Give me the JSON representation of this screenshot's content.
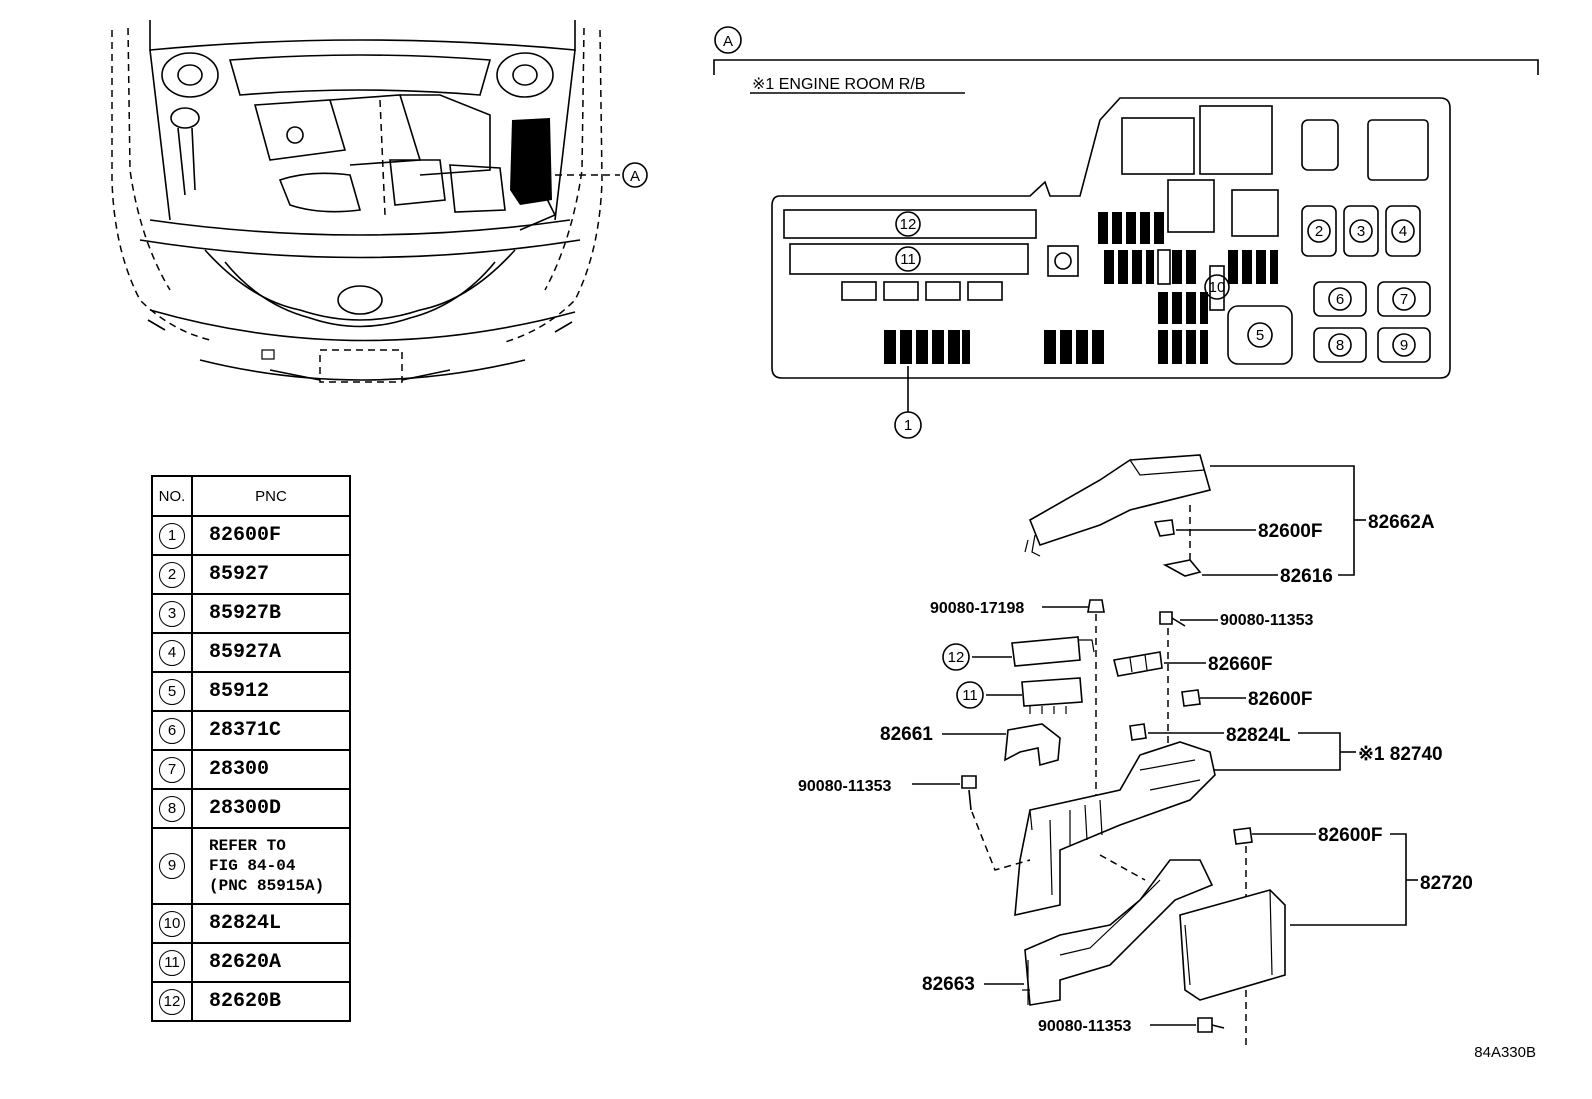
{
  "callout_a": "A",
  "section_title": "※1 ENGINE ROOM R/B",
  "fuse_box_labels": [
    "1",
    "2",
    "3",
    "4",
    "5",
    "6",
    "7",
    "8",
    "9",
    "10",
    "11",
    "12"
  ],
  "table": {
    "headers": {
      "no": "NO.",
      "pnc": "PNC"
    },
    "rows": [
      {
        "no": "1",
        "pnc": "82600F"
      },
      {
        "no": "2",
        "pnc": "85927"
      },
      {
        "no": "3",
        "pnc": "85927B"
      },
      {
        "no": "4",
        "pnc": "85927A"
      },
      {
        "no": "5",
        "pnc": "85912"
      },
      {
        "no": "6",
        "pnc": "28371C"
      },
      {
        "no": "7",
        "pnc": "28300"
      },
      {
        "no": "8",
        "pnc": "28300D"
      },
      {
        "no": "9",
        "pnc": "REFER TO\nFIG 84-04\n(PNC 85915A)"
      },
      {
        "no": "10",
        "pnc": "82824L"
      },
      {
        "no": "11",
        "pnc": "82620A"
      },
      {
        "no": "12",
        "pnc": "82620B"
      }
    ]
  },
  "part_labels": {
    "p82662A": "82662A",
    "p82600F_top": "82600F",
    "p82616": "82616",
    "p90080_17198": "90080-17198",
    "p90080_11353_top": "90080-11353",
    "p82660F": "82660F",
    "p82600F_mid": "82600F",
    "c12": "12",
    "c11": "11",
    "p82661": "82661",
    "p82824L": "82824L",
    "p82740": "※1 82740",
    "p90080_11353_left": "90080-11353",
    "p82600F_low": "82600F",
    "p82720": "82720",
    "p82663": "82663",
    "p90080_11353_bottom": "90080-11353"
  },
  "figure_code": "84A330B"
}
